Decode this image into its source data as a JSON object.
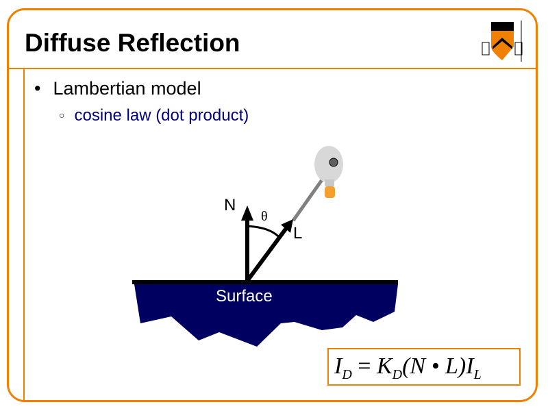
{
  "slide": {
    "title": "Diffuse Reflection",
    "bullet1": "Lambertian model",
    "bullet2": "cosine law (dot product)"
  },
  "diagram": {
    "normal_label": "N",
    "light_label": "L",
    "angle_label": "θ",
    "surface_label": "Surface"
  },
  "formula": {
    "lhs": "I",
    "lhs_sub": "D",
    "eq": " = ",
    "k": "K",
    "k_sub": "D",
    "paren": "(N • L)",
    "i": "I",
    "i_sub": "L"
  },
  "colors": {
    "accent": "#f08000",
    "surface": "#000060",
    "text_blue": "#000080"
  }
}
